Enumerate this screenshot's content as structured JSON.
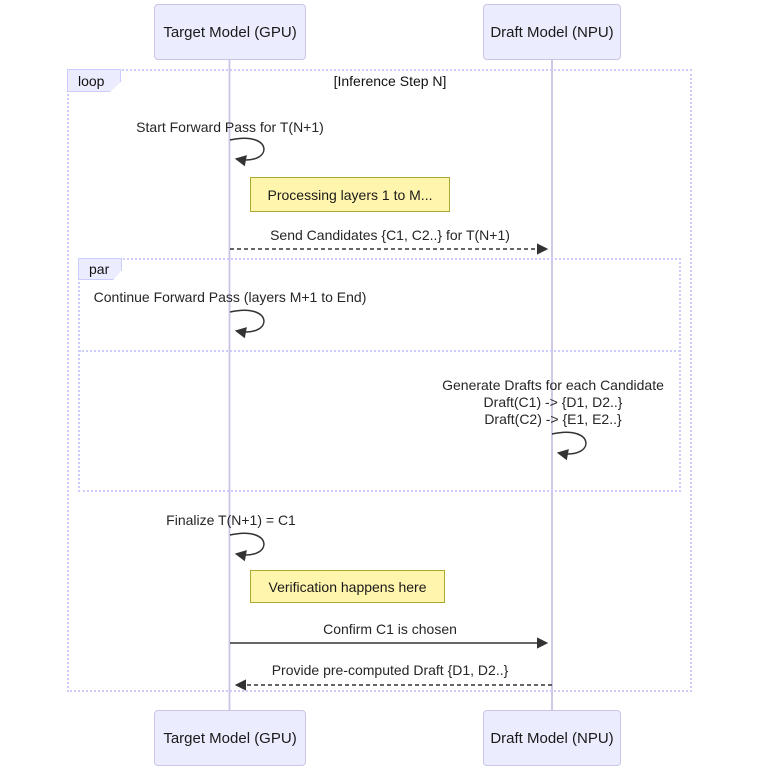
{
  "diagram": {
    "actors": {
      "target": "Target Model (GPU)",
      "draft": "Draft Model (NPU)"
    },
    "loop_frame": {
      "label": "loop",
      "title": "[Inference Step N]"
    },
    "par_frame": {
      "label": "par"
    },
    "messages": {
      "start_forward": "Start Forward Pass for T(N+1)",
      "send_candidates": "Send Candidates {C1, C2..} for T(N+1)",
      "continue_forward": "Continue Forward Pass (layers M+1 to End)",
      "generate_drafts": {
        "line1": "Generate Drafts for each Candidate",
        "line2": "Draft(C1) -> {D1, D2..}",
        "line3": "Draft(C2) -> {E1, E2..}"
      },
      "finalize": "Finalize T(N+1) = C1",
      "confirm": "Confirm C1 is chosen",
      "provide_draft": "Provide pre-computed Draft {D1, D2..}"
    },
    "notes": {
      "processing": "Processing layers 1 to M...",
      "verification": "Verification happens here"
    },
    "colors": {
      "actor_fill": "#ECECFF",
      "actor_border": "#c9c6e3",
      "frame_border": "#CCCCFF",
      "note_fill": "#fff5ad",
      "note_border": "#aaaa33",
      "text": "#262626",
      "arrow": "#333333",
      "lifeline": "#c9c4e4"
    }
  }
}
